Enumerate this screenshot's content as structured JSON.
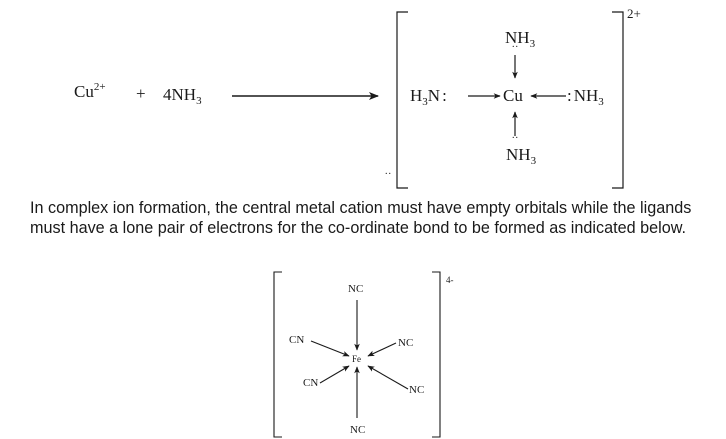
{
  "reaction": {
    "cu": "Cu",
    "cu_charge": "2+",
    "plus": "+",
    "nh3_coef": "4NH",
    "nh3_sub": "3"
  },
  "copper_complex": {
    "top_ligand": "NH",
    "left_ligand_a": "H",
    "left_ligand_b": "N",
    "center": "Cu",
    "right_ligand": "NH",
    "bottom_ligand": "NH",
    "sub": "3",
    "lone_pair": ":",
    "charge": "2+"
  },
  "paragraph": "In complex ion formation, the central metal cation must have empty orbitals while the ligands must have a lone pair of electrons for the co-ordinate bond to be formed as indicated below.",
  "iron_complex": {
    "top": "NC",
    "upper_left": "CN",
    "upper_right": "NC",
    "center": "Fe",
    "lower_left": "CN",
    "lower_right": "NC",
    "bottom": "NC",
    "charge": "4-"
  }
}
